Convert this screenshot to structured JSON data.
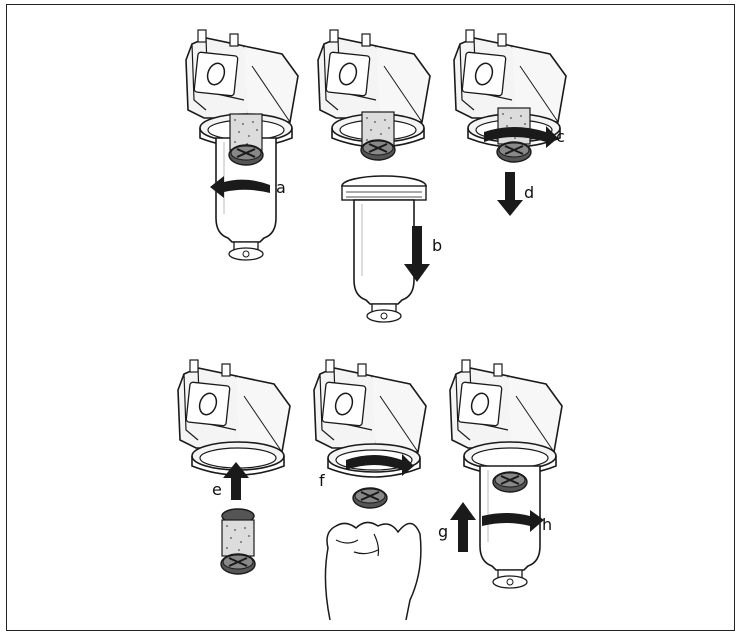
{
  "step_labels": {
    "a": "a",
    "b": "b",
    "c": "c",
    "d": "d",
    "e": "e",
    "f": "f",
    "g": "g",
    "h": "h"
  },
  "colors": {
    "outline": "#1a1a1a",
    "housing_fill": "#f4f4f4",
    "arrow": "#1a1a1a",
    "filter_element": "#d8d8d8",
    "background": "#ffffff"
  }
}
